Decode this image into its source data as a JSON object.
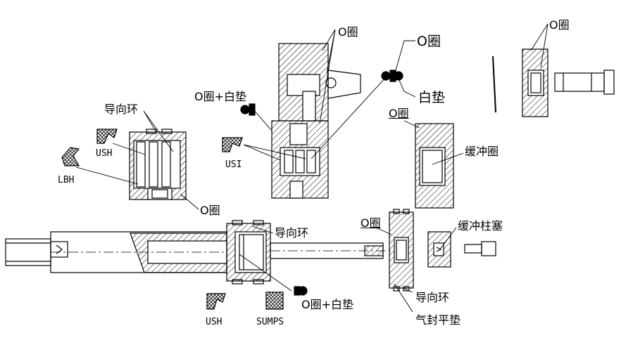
{
  "labels": {
    "o_ring_top": "O圈",
    "o_ring_right": "O圈",
    "o_ring_top_right": "O圈",
    "o_ring_buffer": "O圈",
    "o_ring_mid": "O圈",
    "o_ring_piston": "O圈",
    "o_ring_washer_top": "O圈+白垫",
    "o_ring_washer_bottom": "O圈+白垫",
    "white_washer": "白垫",
    "guide_ring_left": "导向环",
    "guide_ring_mid": "导向环",
    "guide_ring_bottom": "导向环",
    "ush_top": "USH",
    "ush_bottom": "USH",
    "lbh": "LBH",
    "usi": "USI",
    "sumps": "SUMPS",
    "buffer_ring": "缓冲圈",
    "buffer_plunger": "缓冲柱塞",
    "air_seal_gasket": "气封平垫"
  },
  "colors": {
    "line": "#000000",
    "hatch": "#000000",
    "background": "#ffffff"
  }
}
